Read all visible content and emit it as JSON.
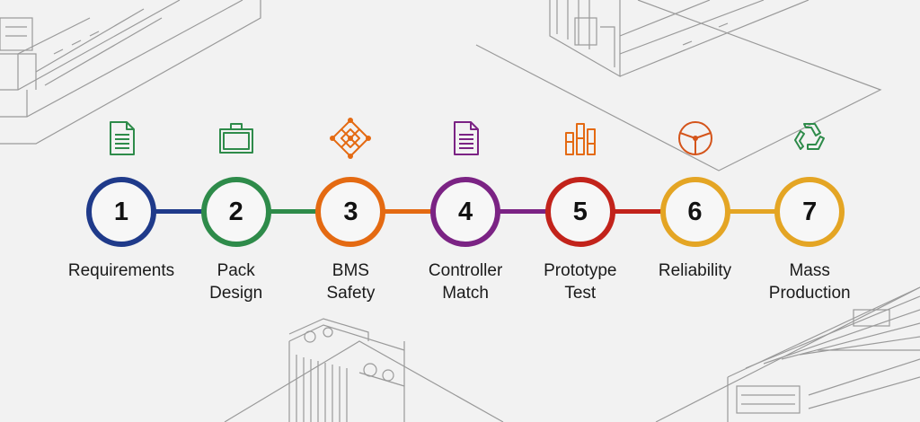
{
  "steps": [
    {
      "number": "1",
      "label_lines": [
        "Requirements"
      ],
      "color": "#1f3a8a",
      "icon": "document-icon"
    },
    {
      "number": "2",
      "label_lines": [
        "Pack",
        "Design"
      ],
      "color": "#2e8b4a",
      "icon": "briefcase-icon"
    },
    {
      "number": "3",
      "label_lines": [
        "BMS",
        "Safety"
      ],
      "color": "#e46a12",
      "icon": "circuit-network-icon"
    },
    {
      "number": "4",
      "label_lines": [
        "Controller",
        "Match"
      ],
      "color": "#7b2384",
      "icon": "document-icon"
    },
    {
      "number": "5",
      "label_lines": [
        "Prototype",
        "Test"
      ],
      "color": "#c2231b",
      "icon": "test-tubes-icon"
    },
    {
      "number": "6",
      "label_lines": [
        "Reliability"
      ],
      "color": "#e4a524",
      "icon": "steering-wheel-icon"
    },
    {
      "number": "7",
      "label_lines": [
        "Mass",
        "Production"
      ],
      "color": "#e4a524",
      "icon": "recycle-icon"
    }
  ],
  "connector_colors": [
    "#1f3a8a",
    "#2e8b4a",
    "#e46a12",
    "#7b2384",
    "#c2231b",
    "#e4a524"
  ],
  "icon_colors": [
    "#2e8b4a",
    "#2e8b4a",
    "#e46a12",
    "#7b2384",
    "#e46a12",
    "#d4541a",
    "#2e8b4a"
  ]
}
